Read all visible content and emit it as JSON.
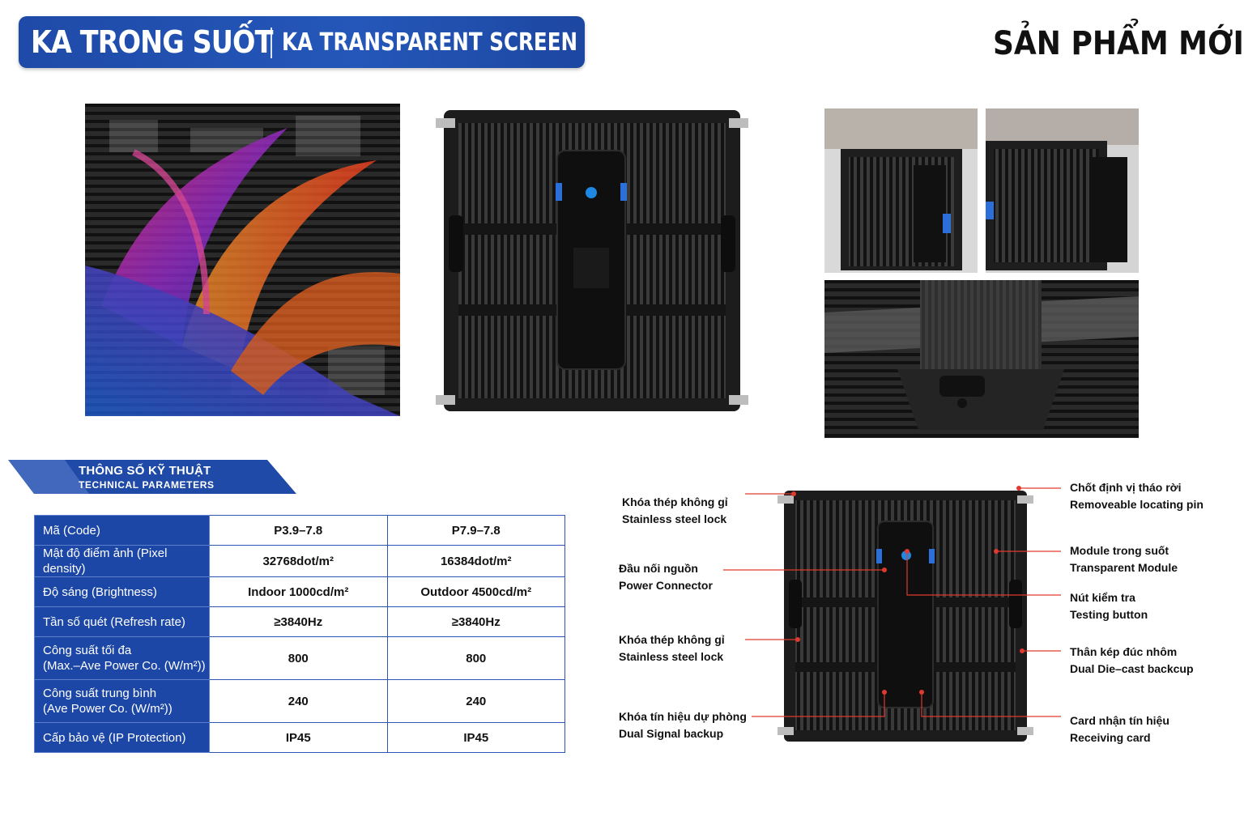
{
  "header": {
    "title_vn": "KA TRONG SUỐT",
    "title_en": "KA TRANSPARENT SCREEN",
    "badge": "SẢN PHẨM MỚI"
  },
  "params_section": {
    "title_vn": "THÔNG SỐ KỸ THUẬT",
    "title_en": "TECHNICAL PARAMETERS"
  },
  "specs": {
    "rows": [
      {
        "label": [
          "Mã (Code)"
        ],
        "values": [
          "P3.9–7.8",
          "P7.9–7.8"
        ]
      },
      {
        "label": [
          "Mật độ điểm ảnh (Pixel density)"
        ],
        "values": [
          "32768dot/m²",
          "16384dot/m²"
        ]
      },
      {
        "label": [
          "Độ sáng (Brightness)"
        ],
        "values": [
          "Indoor 1000cd/m²",
          "Outdoor 4500cd/m²"
        ]
      },
      {
        "label": [
          "Tần số quét (Refresh rate)"
        ],
        "values": [
          "≥3840Hz",
          "≥3840Hz"
        ]
      },
      {
        "label": [
          "Công suất tối đa",
          "(Max.–Ave Power Co. (W/m²))"
        ],
        "values": [
          "800",
          "800"
        ]
      },
      {
        "label": [
          "Công suất trung bình",
          "(Ave Power Co. (W/m²))"
        ],
        "values": [
          "240",
          "240"
        ]
      },
      {
        "label": [
          "Cấp bảo vệ (IP Protection)"
        ],
        "values": [
          "IP45",
          "IP45"
        ]
      }
    ]
  },
  "callouts": {
    "left": [
      {
        "vn": "Khóa thép không gỉ",
        "en": "Stainless steel lock"
      },
      {
        "vn": "Đầu nối nguồn",
        "en": "Power Connector"
      },
      {
        "vn": "Khóa thép không gỉ",
        "en": "Stainless steel lock"
      },
      {
        "vn": "Khóa tín hiệu dự phòng",
        "en": "Dual Signal backup"
      }
    ],
    "right": [
      {
        "vn": "Chốt định vị tháo rời",
        "en": "Removeable locating pin"
      },
      {
        "vn": "Module trong suốt",
        "en": "Transparent Module"
      },
      {
        "vn": "Nút kiểm tra",
        "en": "Testing button"
      },
      {
        "vn": "Thân kép đúc nhôm",
        "en": "Dual Die–cast backcup"
      },
      {
        "vn": "Card nhận tín hiệu",
        "en": "Receiving card"
      }
    ]
  },
  "colors": {
    "brand_blue": "#1f4aa8",
    "leader_line": "#e03a2f"
  }
}
